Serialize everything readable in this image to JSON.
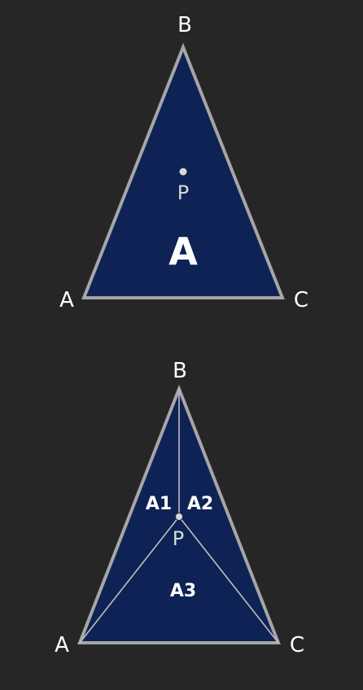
{
  "colors": {
    "background": "#262626",
    "triangle_fill": "#0e2255",
    "triangle_stroke": "#a6a6a6",
    "label_text": "#ffffff",
    "point": "#d9d9d9"
  },
  "top_figure": {
    "vertices": {
      "a": "A",
      "b": "B",
      "c": "C"
    },
    "point": "P",
    "area": "A"
  },
  "bottom_figure": {
    "vertices": {
      "a": "A",
      "b": "B",
      "c": "C"
    },
    "point": "P",
    "areas": {
      "a1": "A1",
      "a2": "A2",
      "a3": "A3"
    }
  }
}
